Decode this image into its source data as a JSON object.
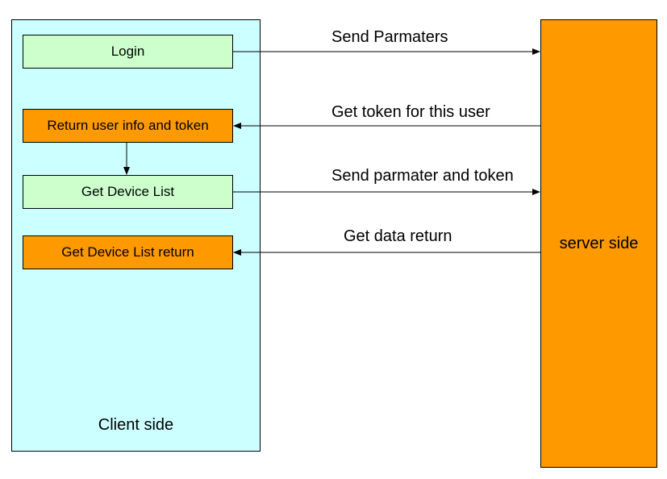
{
  "client": {
    "label": "Client side",
    "color": "#ccffff"
  },
  "server": {
    "label": "server side",
    "color": "#ff9900"
  },
  "boxes": [
    {
      "label": "Login",
      "color": "#ccffcc"
    },
    {
      "label": "Return user info and token",
      "color": "#ff9900"
    },
    {
      "label": "Get Device List",
      "color": "#ccffcc"
    },
    {
      "label": "Get Device List return",
      "color": "#ff9900"
    }
  ],
  "messages": [
    {
      "label": "Send Parmaters",
      "direction": "to-server"
    },
    {
      "label": "Get token for this user",
      "direction": "to-client"
    },
    {
      "label": "Send parmater and token",
      "direction": "to-server"
    },
    {
      "label": "Get data return",
      "direction": "to-client"
    }
  ]
}
